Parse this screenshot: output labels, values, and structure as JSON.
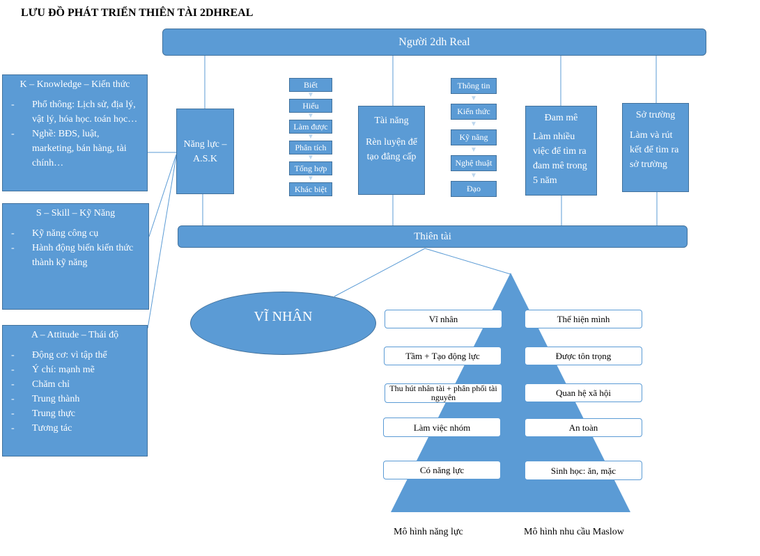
{
  "title": "LƯU ĐỒ PHÁT TRIỂN THIÊN TÀI 2DHREAL",
  "top_bar": "Người 2dh Real",
  "bottom_bar": "Thiên tài",
  "knowledge": {
    "heading": "K – Knowledge – Kiến thức",
    "items": [
      "Phổ thông: Lịch sử, địa lý, vật lý, hóa học. toán học…",
      "Nghề: BĐS, luật, marketing, bán hàng, tài chính…"
    ]
  },
  "skill": {
    "heading": "S – Skill – Kỹ Năng",
    "items": [
      "Kỹ năng công cụ",
      "Hành động biến kiến thức thành kỹ năng"
    ]
  },
  "attitude": {
    "heading": "A – Attitude – Thái độ",
    "items": [
      "Động cơ: vì tập thể",
      "Ý chí: mạnh mẽ",
      "Chăm chỉ",
      "Trung thành",
      "Trung thực",
      "Tương tác"
    ]
  },
  "nang_luc": "Năng lực – A.S.K",
  "steps_left": [
    "Biết",
    "Hiểu",
    "Làm được",
    "Phân tích",
    "Tổng hợp",
    "Khác biệt"
  ],
  "tai_nang": {
    "heading": "Tài năng",
    "body": "Rèn luyện để tạo đẳng cấp"
  },
  "steps_right": [
    "Thông tin",
    "Kiến thức",
    "Kỹ năng",
    "Nghệ thuật",
    "Đạo"
  ],
  "dam_me": {
    "heading": "Đam mê",
    "body": "Làm nhiều việc để tìm ra đam mê trong 5 năm"
  },
  "so_truong": {
    "heading": "Sở trường",
    "body": "Làm và rút kết để tìm ra sở trường"
  },
  "vi_nhan": "VĨ NHÂN",
  "competency_model": [
    "Vĩ nhân",
    "Tầm + Tạo động lực",
    "Thu hút nhân tài + phân phối tài nguyên",
    "Làm việc nhóm",
    "Có năng lực"
  ],
  "maslow_model": [
    "Thể hiện mình",
    "Được tôn trọng",
    "Quan hệ xã hội",
    "An toàn",
    "Sinh học: ăn, mặc"
  ],
  "caption_left": "Mô hình năng lực",
  "caption_right": "Mô hình nhu cầu Maslow",
  "colors": {
    "fill": "#5b9bd5",
    "border": "#41719c",
    "arrow": "#bdd7ee"
  }
}
